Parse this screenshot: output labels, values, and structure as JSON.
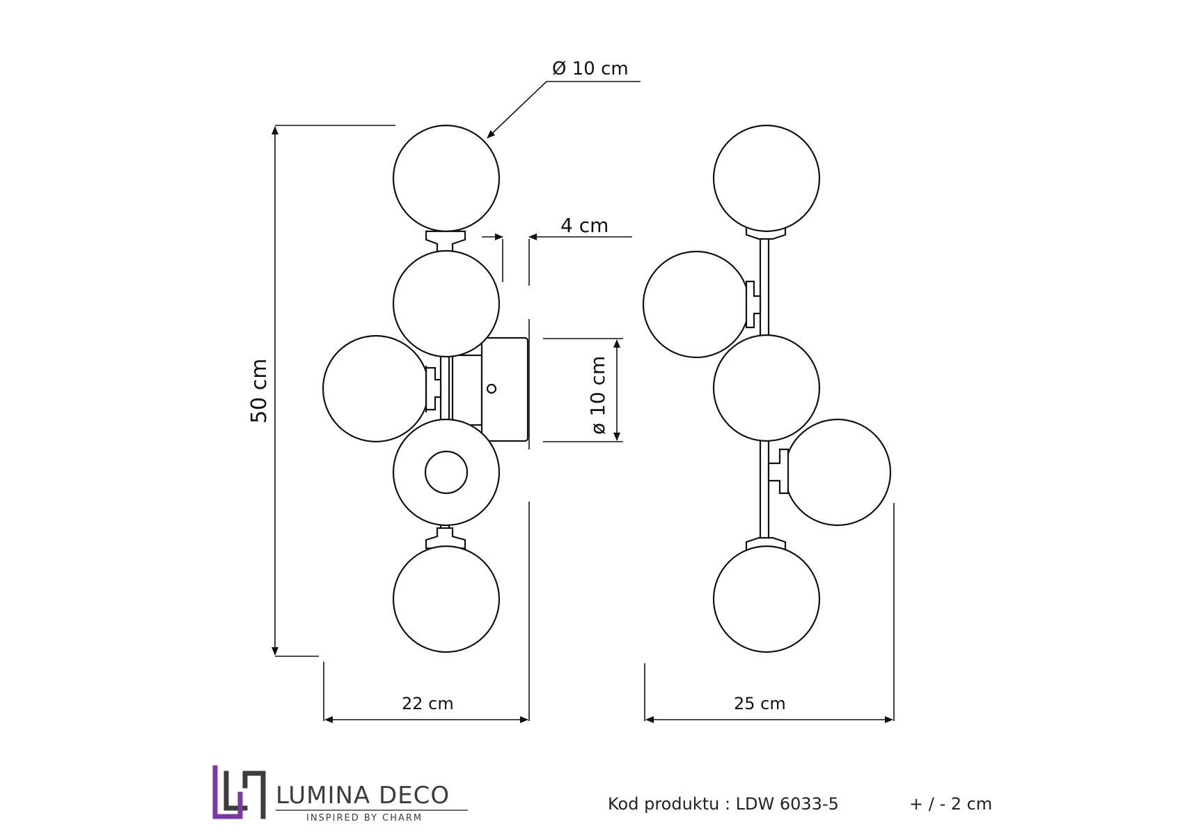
{
  "dimensions": {
    "globe_diameter": "Ø 10 cm",
    "depth": "4 cm",
    "height": "50 cm",
    "base_diameter": "ø 10 cm",
    "front_width": "22 cm",
    "side_width": "25 cm"
  },
  "brand": {
    "name": "LUMINA DECO",
    "tagline": "INSPIRED BY CHARM",
    "logo_color": "#7a3aa3",
    "logo_dark": "#3c3c3c"
  },
  "footer": {
    "product_code": "Kod produktu : LDW 6033-5",
    "tolerance": "+ / - 2 cm"
  }
}
